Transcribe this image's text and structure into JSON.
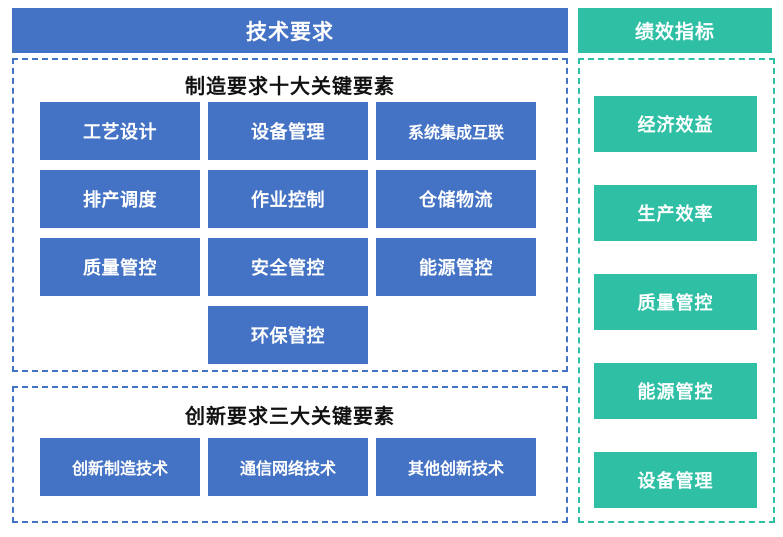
{
  "colors": {
    "tech_blue": "#4472C4",
    "kpi_green": "#2EBFA5",
    "title_black": "#111111",
    "page_background": "#FFFFFF"
  },
  "headers": {
    "tech": "技术要求",
    "kpi": "绩效指标"
  },
  "manufacturing": {
    "title": "制造要求十大关键要素",
    "items": [
      {
        "label": "工艺设计"
      },
      {
        "label": "设备管理"
      },
      {
        "label": "系统集成互联"
      },
      {
        "label": "排产调度"
      },
      {
        "label": "作业控制"
      },
      {
        "label": "仓储物流"
      },
      {
        "label": "质量管控"
      },
      {
        "label": "安全管控"
      },
      {
        "label": "能源管控"
      },
      {
        "label": "环保管控"
      }
    ]
  },
  "innovation": {
    "title": "创新要求三大关键要素",
    "items": [
      {
        "label": "创新制造技术"
      },
      {
        "label": "通信网络技术"
      },
      {
        "label": "其他创新技术"
      }
    ]
  },
  "kpi": {
    "items": [
      {
        "label": "经济效益"
      },
      {
        "label": "生产效率"
      },
      {
        "label": "质量管控"
      },
      {
        "label": "能源管控"
      },
      {
        "label": "设备管理"
      }
    ]
  }
}
